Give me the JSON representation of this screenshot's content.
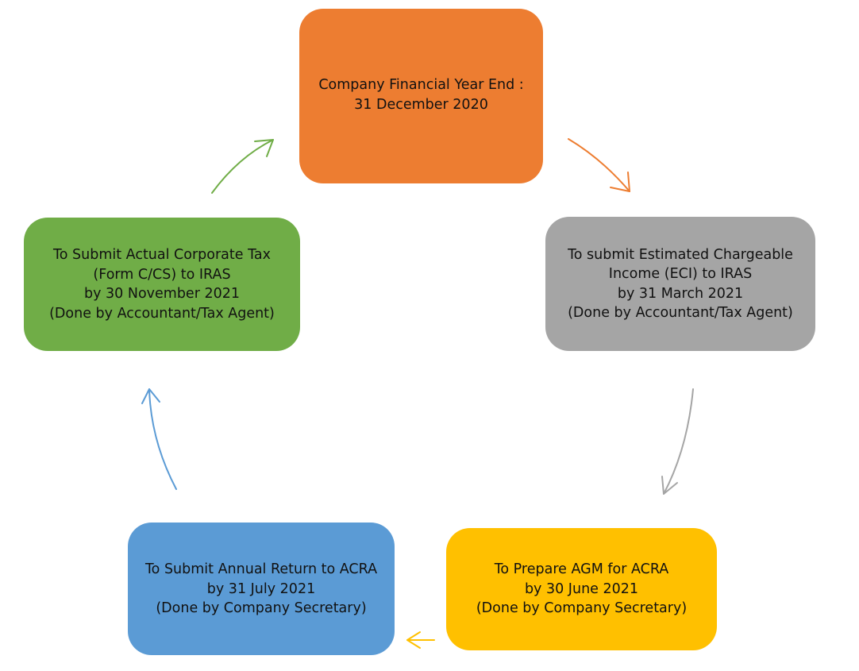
{
  "colors": {
    "year_end": "#ED7D31",
    "eci": "#A5A5A5",
    "agm": "#FFC000",
    "annual_return": "#5B9BD5",
    "corporate_tax": "#70AD47"
  },
  "nodes": {
    "year_end": {
      "lines": [
        "Company Financial Year End :",
        "31 December 2020"
      ]
    },
    "eci": {
      "lines": [
        "To submit Estimated Chargeable",
        "Income (ECI) to IRAS",
        "by 31 March 2021",
        "(Done by Accountant/Tax Agent)"
      ]
    },
    "agm": {
      "lines": [
        "To Prepare AGM for ACRA",
        "by 30 June 2021",
        "(Done by Company Secretary)"
      ]
    },
    "annual_return": {
      "lines": [
        "To Submit Annual Return to ACRA",
        "by 31 July 2021",
        "(Done by Company Secretary)"
      ]
    },
    "corporate_tax": {
      "lines": [
        "To Submit Actual Corporate Tax",
        "(Form C/CS) to IRAS",
        "by 30 November 2021",
        "(Done by Accountant/Tax Agent)"
      ]
    }
  },
  "edges": [
    {
      "from": "year_end",
      "to": "eci",
      "color_key": "year_end"
    },
    {
      "from": "eci",
      "to": "agm",
      "color_key": "eci"
    },
    {
      "from": "agm",
      "to": "annual_return",
      "color_key": "agm"
    },
    {
      "from": "annual_return",
      "to": "corporate_tax",
      "color_key": "annual_return"
    },
    {
      "from": "corporate_tax",
      "to": "year_end",
      "color_key": "corporate_tax"
    }
  ]
}
